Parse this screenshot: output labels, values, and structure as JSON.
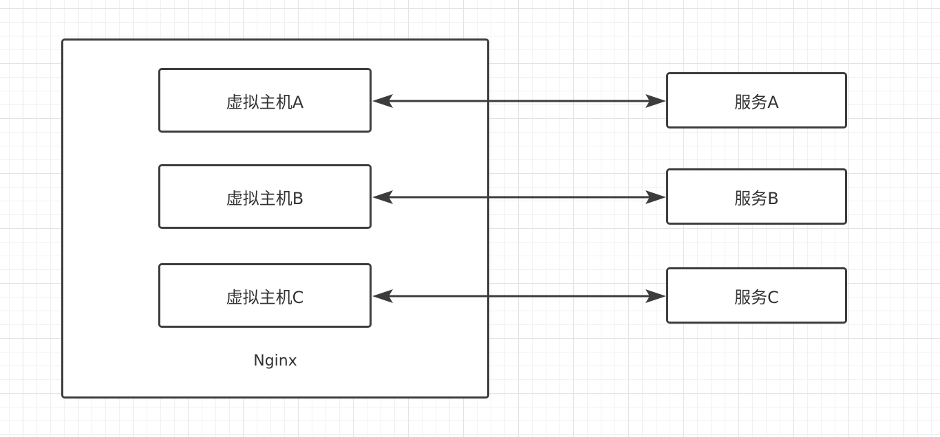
{
  "nginx": {
    "label": "Nginx",
    "virtual_hosts": [
      {
        "label": "虚拟主机A"
      },
      {
        "label": "虚拟主机B"
      },
      {
        "label": "虚拟主机C"
      }
    ]
  },
  "services": [
    {
      "label": "服务A"
    },
    {
      "label": "服务B"
    },
    {
      "label": "服务C"
    }
  ],
  "connections": [
    {
      "from": "虚拟主机A",
      "to": "服务A",
      "direction": "bidirectional"
    },
    {
      "from": "虚拟主机B",
      "to": "服务B",
      "direction": "bidirectional"
    },
    {
      "from": "虚拟主机C",
      "to": "服务C",
      "direction": "bidirectional"
    }
  ],
  "colors": {
    "stroke": "#3c3c3c",
    "text": "#333333",
    "grid": "#e3e3e3"
  }
}
